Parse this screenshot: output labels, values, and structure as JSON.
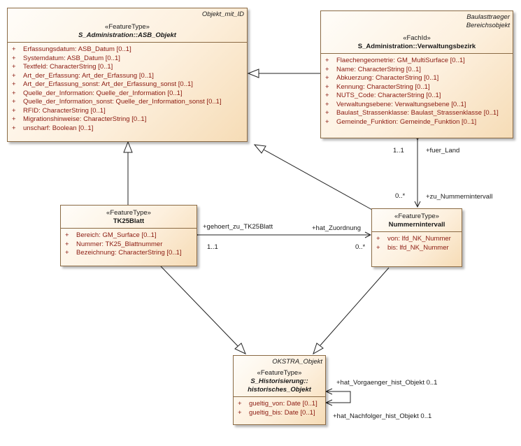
{
  "classes": {
    "asb": {
      "tag": "Objekt_mit_ID",
      "stereotype": "«FeatureType»",
      "name": "S_Administration::ASB_Objekt",
      "attributes": [
        "Erfassungsdatum: ASB_Datum [0..1]",
        "Systemdatum: ASB_Datum [0..1]",
        "Textfeld: CharacterString [0..1]",
        "Art_der_Erfassung: Art_der_Erfassung [0..1]",
        "Art_der_Erfassung_sonst: Art_der_Erfassung_sonst [0..1]",
        "Quelle_der_Information: Quelle_der_Information [0..1]",
        "Quelle_der_Information_sonst: Quelle_der_Information_sonst [0..1]",
        "RFID: CharacterString [0..1]",
        "Migrationshinweise: CharacterString [0..1]",
        "unscharf: Boolean [0..1]"
      ]
    },
    "vwb": {
      "tag1": "Baulasttraeger",
      "tag2": "Bereichsobjekt",
      "stereotype": "«FachId»",
      "name": "S_Administration::Verwaltungsbezirk",
      "attributes": [
        "Flaechengeometrie: GM_MultiSurface [0..1]",
        "Name: CharacterString [0..1]",
        "Abkuerzung: CharacterString [0..1]",
        "Kennung: CharacterString [0..1]",
        "NUTS_Code: CharacterString [0..1]",
        "Verwaltungsebene: Verwaltungsebene [0..1]",
        "Baulast_Strassenklasse: Baulast_Strassenklasse [0..1]",
        "Gemeinde_Funktion: Gemeinde_Funktion [0..1]"
      ]
    },
    "tk25": {
      "stereotype": "«FeatureType»",
      "name": "TK25Blatt",
      "attributes": [
        "Bereich: GM_Surface [0..1]",
        "Nummer: TK25_Blattnummer",
        "Bezeichnung: CharacterString [0..1]"
      ]
    },
    "nummer": {
      "stereotype": "«FeatureType»",
      "name": "Nummernintervall",
      "attributes": [
        "von: lfd_NK_Nummer",
        "bis: lfd_NK_Nummer"
      ]
    },
    "hist": {
      "tag": "OKSTRA_Objekt",
      "stereotype": "«FeatureType»",
      "name_line1": "S_Historisierung::",
      "name_line2": "historisches_Objekt",
      "attributes": [
        "gueltig_von: Date [0..1]",
        "gueltig_bis: Date [0..1]"
      ]
    }
  },
  "associations": {
    "fuer_land_mult": "1..1",
    "fuer_land_role": "+fuer_Land",
    "zu_nummer_mult": "0..*",
    "zu_nummer_role": "+zu_Nummernintervall",
    "gehoert_role": "+gehoert_zu_TK25Blatt",
    "gehoert_mult": "1..1",
    "hat_zuordnung_role": "+hat_Zuordnung",
    "hat_zuordnung_mult": "0..*",
    "vorgaenger_label": "+hat_Vorgaenger_hist_Objekt 0..1",
    "nachfolger_label": "+hat_Nachfolger_hist_Objekt 0..1"
  },
  "colors": {
    "border": "#8a6a44",
    "attribute_text": "#8b1a10",
    "fill_light": "#fffdf9",
    "fill_dark": "#f6dcb6"
  }
}
